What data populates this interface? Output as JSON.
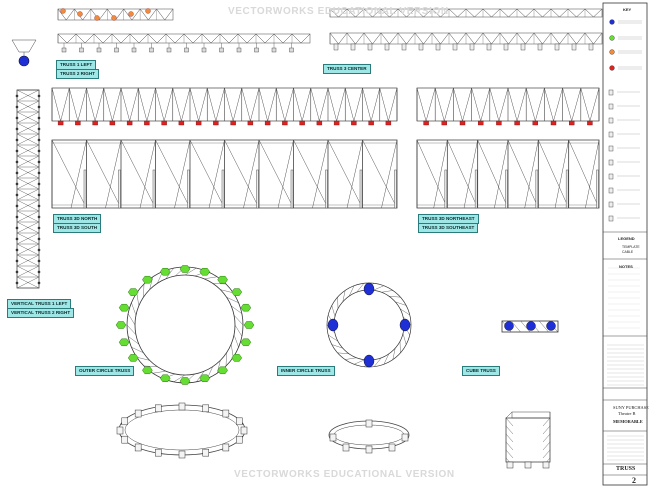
{
  "watermark": "VECTORWORKS EDUCATIONAL VERSION",
  "labels": {
    "truss1_left": "TRUSS 1 LEFT",
    "truss2_right": "TRUSS 2 RIGHT",
    "truss3_center": "TRUSS 3 CENTER",
    "truss3d_north": "TRUSS 3D NORTH",
    "truss3d_south": "TRUSS 3D SOUTH",
    "truss3d_northeast": "TRUSS 3D NORTHEAST",
    "truss3d_southeast": "TRUSS 3D SOUTHEAST",
    "vertical_left": "VERTICAL TRUSS 1 LEFT",
    "vertical_right": "VERTICAL TRUSS 2 RIGHT",
    "outer_circle": "OUTER CIRCLE TRUSS",
    "inner_circle": "INNER CIRCLE TRUSS",
    "cube": "CUBE TRUSS"
  },
  "titleblock": {
    "key": "KEY",
    "legend": "LEGEND",
    "notes": "NOTES",
    "legend_items": [
      "TEMPLATE",
      "CABLE"
    ],
    "show_line1": "SUNY PURCHASE",
    "show_line2": "Theatre B",
    "drawing_name": "MEMORABLE",
    "sheet_title": "TRUSS",
    "sheet_number": "2"
  },
  "colors": {
    "label_bg": "#9fe7e7",
    "blue_light": "#1f2fd6",
    "green_light": "#66dd33",
    "red_light": "#dd2222",
    "orange_light": "#f08b3c",
    "watermark": "#d9d9d9"
  }
}
